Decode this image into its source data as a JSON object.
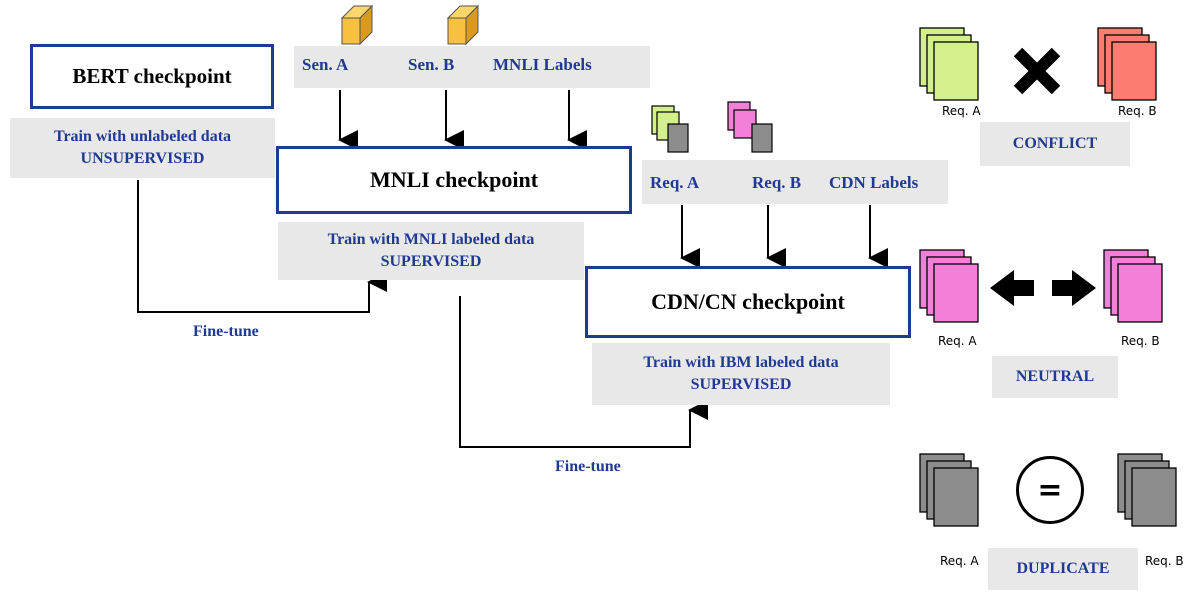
{
  "checkpoints": {
    "bert": "BERT checkpoint",
    "mnli": "MNLI checkpoint",
    "cdn": "CDN/CN checkpoint"
  },
  "training": {
    "bert": [
      "Train with unlabeled data",
      "UNSUPERVISED"
    ],
    "mnli": [
      "Train with MNLI labeled data",
      "SUPERVISED"
    ],
    "cdn": [
      "Train with IBM labeled data",
      "SUPERVISED"
    ]
  },
  "mnli_inputs": [
    "Sen. A",
    "Sen. B",
    "MNLI Labels"
  ],
  "cdn_inputs": [
    "Req. A",
    "Req. B",
    "CDN Labels"
  ],
  "edges": {
    "finetune_1": "Fine-tune",
    "finetune_2": "Fine-tune"
  },
  "legend": {
    "conflict": {
      "label": "CONFLICT",
      "req_a": "Req. A",
      "req_b": "Req. B",
      "color": "#d4f08a",
      "color_b": "#fa7d6f"
    },
    "neutral": {
      "label": "NEUTRAL",
      "req_a": "Req. A",
      "req_b": "Req. B",
      "color": "#f47fd9"
    },
    "duplicate": {
      "label": "DUPLICATE",
      "req_a": "Req. A",
      "req_b": "Req. B",
      "color": "#8c8c8c",
      "symbol": "="
    }
  },
  "colors": {
    "border": "#1f3a93",
    "text_blue": "#1f3a93",
    "panel_gray": "#e8e8e8",
    "cube": "#f7c03f"
  }
}
